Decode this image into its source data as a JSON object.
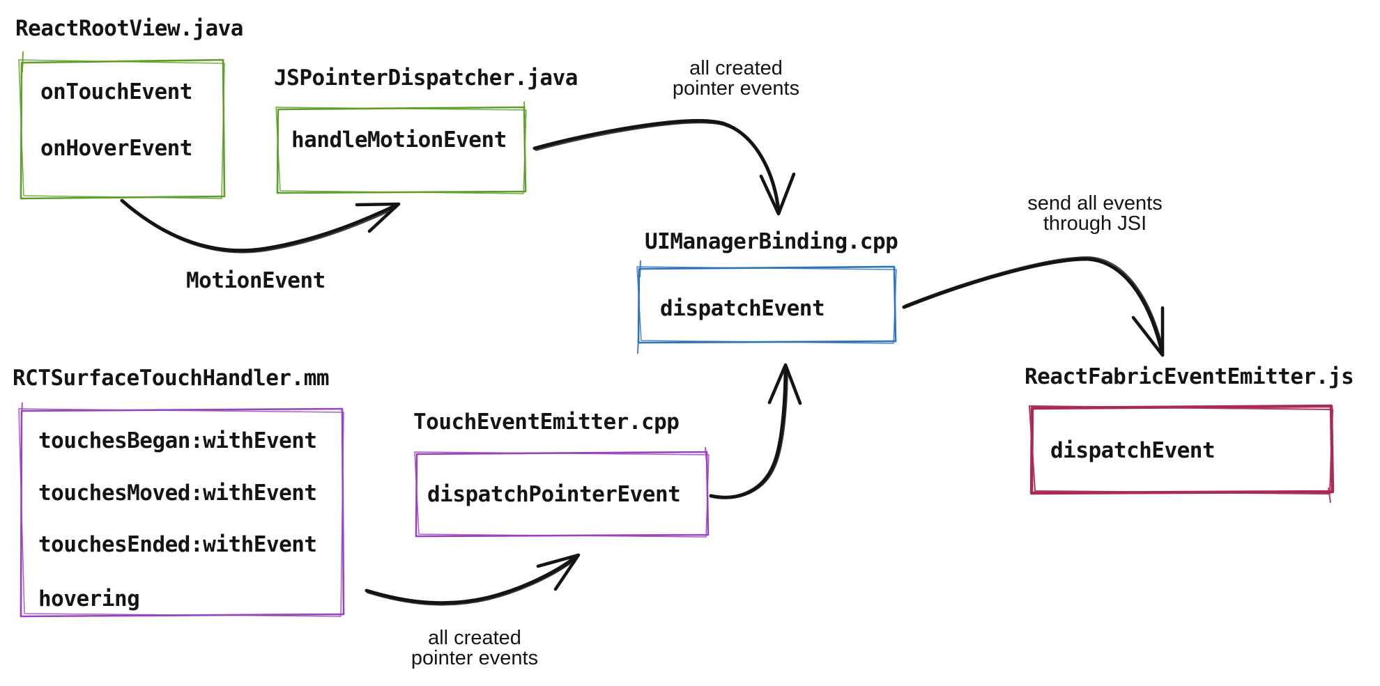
{
  "diagram": {
    "colors": {
      "green": "#5c9e26",
      "blue": "#2d71bd",
      "purple": "#9a41c0",
      "crimson": "#ab2958",
      "ink": "#141414",
      "background": "#ffffff"
    },
    "nodes": [
      {
        "file": "ReactRootView.java",
        "color": "green",
        "methods": [
          "onTouchEvent",
          "onHoverEvent"
        ]
      },
      {
        "file": "JSPointerDispatcher.java",
        "color": "green",
        "methods": [
          "handleMotionEvent"
        ]
      },
      {
        "file": "UIManagerBinding.cpp",
        "color": "blue",
        "methods": [
          "dispatchEvent"
        ]
      },
      {
        "file": "RCTSurfaceTouchHandler.mm",
        "color": "purple",
        "methods": [
          "touchesBegan:withEvent",
          "touchesMoved:withEvent",
          "touchesEnded:withEvent",
          "hovering"
        ]
      },
      {
        "file": "TouchEventEmitter.cpp",
        "color": "purple",
        "methods": [
          "dispatchPointerEvent"
        ]
      },
      {
        "file": "ReactFabricEventEmitter.js",
        "color": "crimson",
        "methods": [
          "dispatchEvent"
        ]
      }
    ],
    "edges": [
      {
        "from": "ReactRootView.java",
        "to": "JSPointerDispatcher.java",
        "label": "MotionEvent",
        "label_lines": [
          "MotionEvent"
        ]
      },
      {
        "from": "JSPointerDispatcher.java",
        "to": "UIManagerBinding.cpp",
        "label": "all created pointer events",
        "label_lines": [
          "all created",
          "pointer events"
        ]
      },
      {
        "from": "UIManagerBinding.cpp",
        "to": "ReactFabricEventEmitter.js",
        "label": "send all events through JSI",
        "label_lines": [
          "send all events",
          "through JSI"
        ]
      },
      {
        "from": "RCTSurfaceTouchHandler.mm",
        "to": "TouchEventEmitter.cpp",
        "label": "all created pointer events",
        "label_lines": [
          "all created",
          "pointer events"
        ]
      },
      {
        "from": "TouchEventEmitter.cpp",
        "to": "UIManagerBinding.cpp",
        "label": "",
        "label_lines": []
      }
    ]
  }
}
